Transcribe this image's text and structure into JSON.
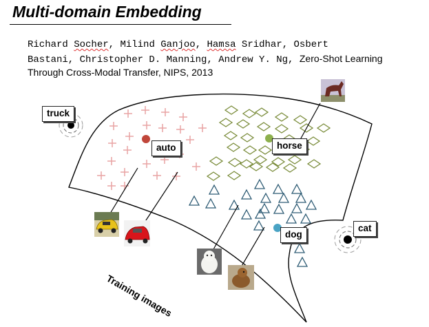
{
  "title": "Multi-domain Embedding",
  "reference": {
    "line1": [
      "Richard ",
      "Socher",
      ", Milind ",
      "Ganjoo",
      ", ",
      "Hamsa",
      " Sridhar, Osbert"
    ],
    "line2_mono": "Bastani, Christopher D. Manning, Andrew Y. Ng, ",
    "line2_sans": "Zero-Shot Learning",
    "line3": "Through Cross-Modal Transfer, NIPS, 2013"
  },
  "labels": {
    "truck": "truck",
    "auto": "auto",
    "horse": "horse",
    "dog": "dog",
    "cat": "cat"
  },
  "training_images_label": "Training images",
  "colors": {
    "auto_marker": "#e8a3a3",
    "auto_dot": "#c0463a",
    "horse_marker": "#7a8c3a",
    "horse_dot": "#8db04d",
    "dog_marker": "#2c5a73",
    "dog_dot": "#4aa3c4",
    "unseen_dot": "#000000"
  },
  "icons": [
    "photo-yellow-car",
    "photo-red-car",
    "photo-horse",
    "photo-white-dog",
    "photo-brown-dog"
  ]
}
